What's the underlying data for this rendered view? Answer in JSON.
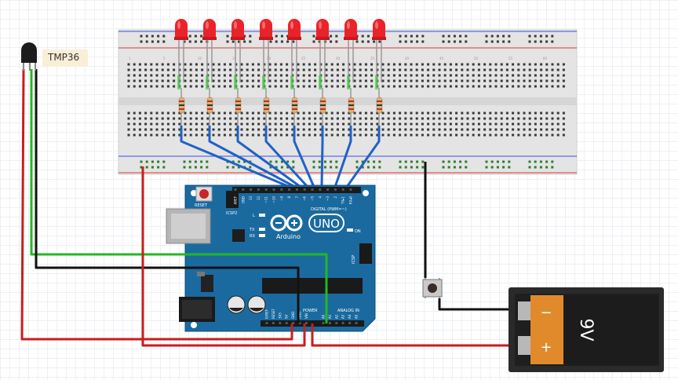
{
  "sensor": {
    "label": "TMP36"
  },
  "arduino": {
    "logo_text": "UNO",
    "brand": "Arduino",
    "reset_label": "RESET",
    "icsp2_label": "ICSP2",
    "icsp_label": "ICSP",
    "l_label": "L",
    "tx_label": "TX",
    "rx_label": "RX",
    "on_label": "ON",
    "digital_label": "DIGITAL (PWM=~)",
    "power_label": "POWER",
    "analog_label": "ANALOG IN",
    "digital_pins": [
      "AREF",
      "GND",
      "13",
      "12",
      "~11",
      "~10",
      "~9",
      "8",
      "7",
      "~6",
      "~5",
      "4",
      "~3",
      "2",
      "TX▸1",
      "RX◂0"
    ],
    "power_pins": [
      "IOREF",
      "RESET",
      "3V3",
      "5V",
      "GND",
      "GND",
      "VIN"
    ],
    "analog_pins": [
      "A0",
      "A1",
      "A2",
      "A3",
      "A4",
      "A5"
    ]
  },
  "battery": {
    "label": "9V",
    "minus": "−",
    "plus": "+"
  },
  "breadboard": {
    "column_numbers": [
      "1",
      "5",
      "10",
      "15",
      "20",
      "25",
      "30",
      "35",
      "40",
      "45",
      "50",
      "55",
      "60"
    ]
  },
  "leds": {
    "count": 8,
    "color": "#e8242a"
  },
  "colors": {
    "wire_blue": "#2062c8",
    "wire_red": "#c81e1e",
    "wire_black": "#111111",
    "wire_green": "#22b822",
    "board": "#1a6aa0",
    "rail_red": "#d63a3a",
    "rail_blue": "#3a4fd6",
    "battery_orange": "#e08a2c"
  }
}
